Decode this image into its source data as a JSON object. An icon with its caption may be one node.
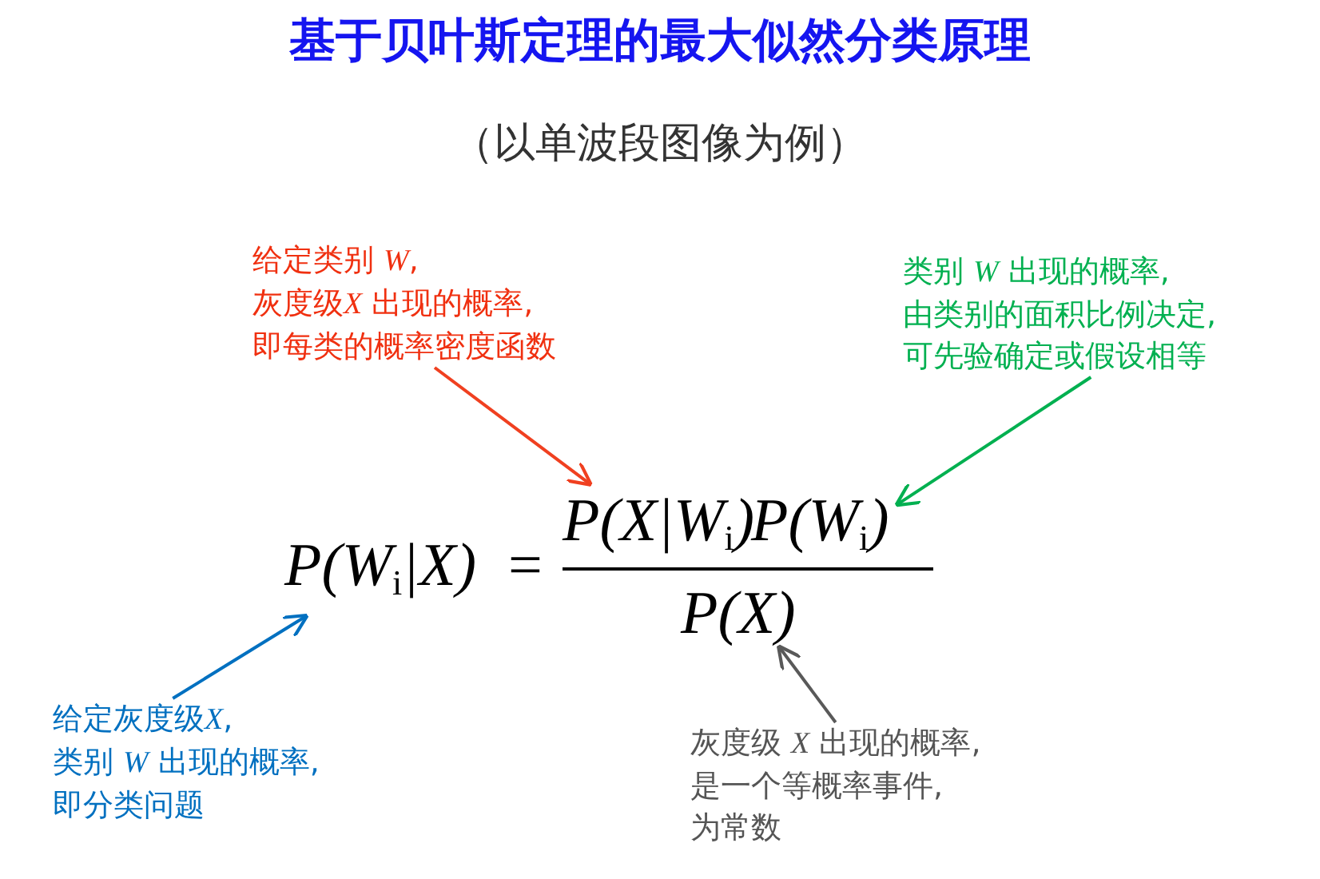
{
  "diagram": {
    "title": "基于贝叶斯定理的最大似然分类原理",
    "nodes": [
      {
        "text": [
          "给定类别 W,灰度级X 出现的概率,即每类的概率密度函数"
        ]
      },
      {
        "text": [
          "类别 W 出现的概率,由类别的面积比例决定,可先验确定或假设相等"
        ]
      },
      {
        "text": [
          "给定灰度级X,类别 W 出现的概率,即分类问题"
        ]
      },
      {
        "text": [
          "灰度级 X 出现的概率,是一个等概率事件,为常数"
        ]
      },
      {
        "text": [
          "P(W$_{i}$|X)"
        ]
      },
      {
        "text": [
          "P(X|W$_{i}$)"
        ]
      },
      {
        "text": [
          "P(W$_{i}$)"
        ]
      },
      {
        "text": [
          "P(X)"
        ]
      }
    ],
    "edges": [
      {
        "from": 0,
        "to": 5,
        "arrow": "to",
        "color": "#f04020"
      },
      {
        "from": 1,
        "to": 6,
        "arrow": "to",
        "color": "#00b050"
      },
      {
        "from": 2,
        "to": 4,
        "arrow": "to",
        "color": "#0070c0"
      },
      {
        "from": 3,
        "to": 7,
        "arrow": "to",
        "color": "#595959"
      }
    ],
    "labels": [
      "（以单波段图像为例）",
      "="
    ]
  }
}
